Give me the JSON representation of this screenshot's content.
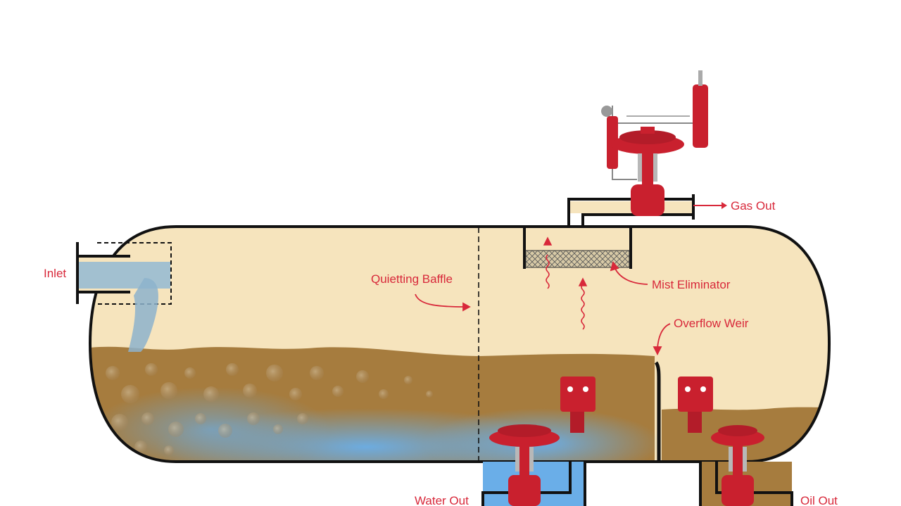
{
  "labels": {
    "inlet": "Inlet",
    "quieting_baffle": "Quietting Baffle",
    "mist_eliminator": "Mist Eliminator",
    "overflow_weir": "Overflow Weir",
    "gas_out": "Gas Out",
    "water_out": "Water Out",
    "oil_out": "Oil Out"
  },
  "colors": {
    "vessel_fill": "#f6e4bd",
    "vessel_outline": "#111111",
    "oil": "#a67c3e",
    "water": "#6aaee8",
    "valve_red": "#c9202e",
    "annotation_red": "#d8283a"
  },
  "icons": [
    "control-valve-icon",
    "level-controller-icon",
    "pressure-regulator-icon",
    "mesh-pad-icon"
  ]
}
